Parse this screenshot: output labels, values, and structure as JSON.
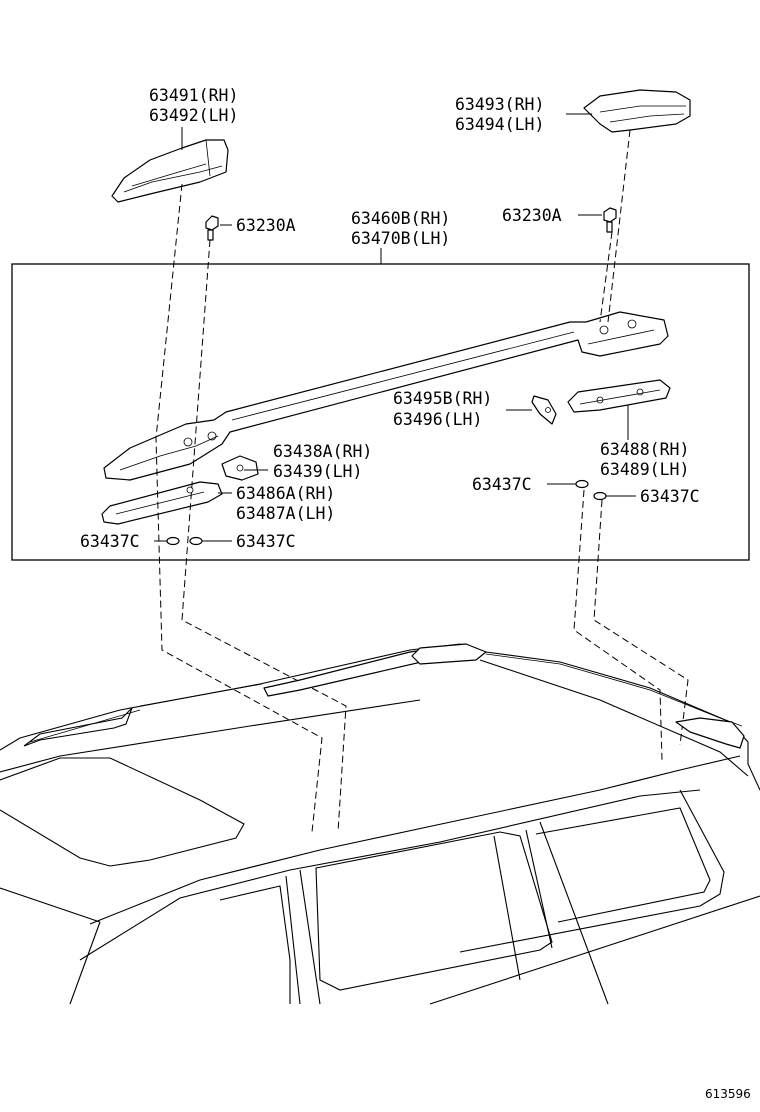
{
  "labels": {
    "cover_front_rh": "63491(RH)",
    "cover_front_lh": "63492(LH)",
    "cover_rear_rh": "63493(RH)",
    "cover_rear_lh": "63494(LH)",
    "screw_left": "63230A",
    "screw_right": "63230A",
    "rail_rh": "63460B(RH)",
    "rail_lh": "63470B(LH)",
    "bracket_rh": "63495B(RH)",
    "bracket_lh": "63496(LH)",
    "support_rh": "63438A(RH)",
    "support_lh": "63439(LH)",
    "front_leg_rh": "63486A(RH)",
    "front_leg_lh": "63487A(LH)",
    "rear_leg_rh": "63488(RH)",
    "rear_leg_lh": "63489(LH)",
    "washer_left_outer": "63437C",
    "washer_left_inner": "63437C",
    "washer_right_upper": "63437C",
    "washer_right_lower": "63437C",
    "diagram_id": "613596"
  }
}
